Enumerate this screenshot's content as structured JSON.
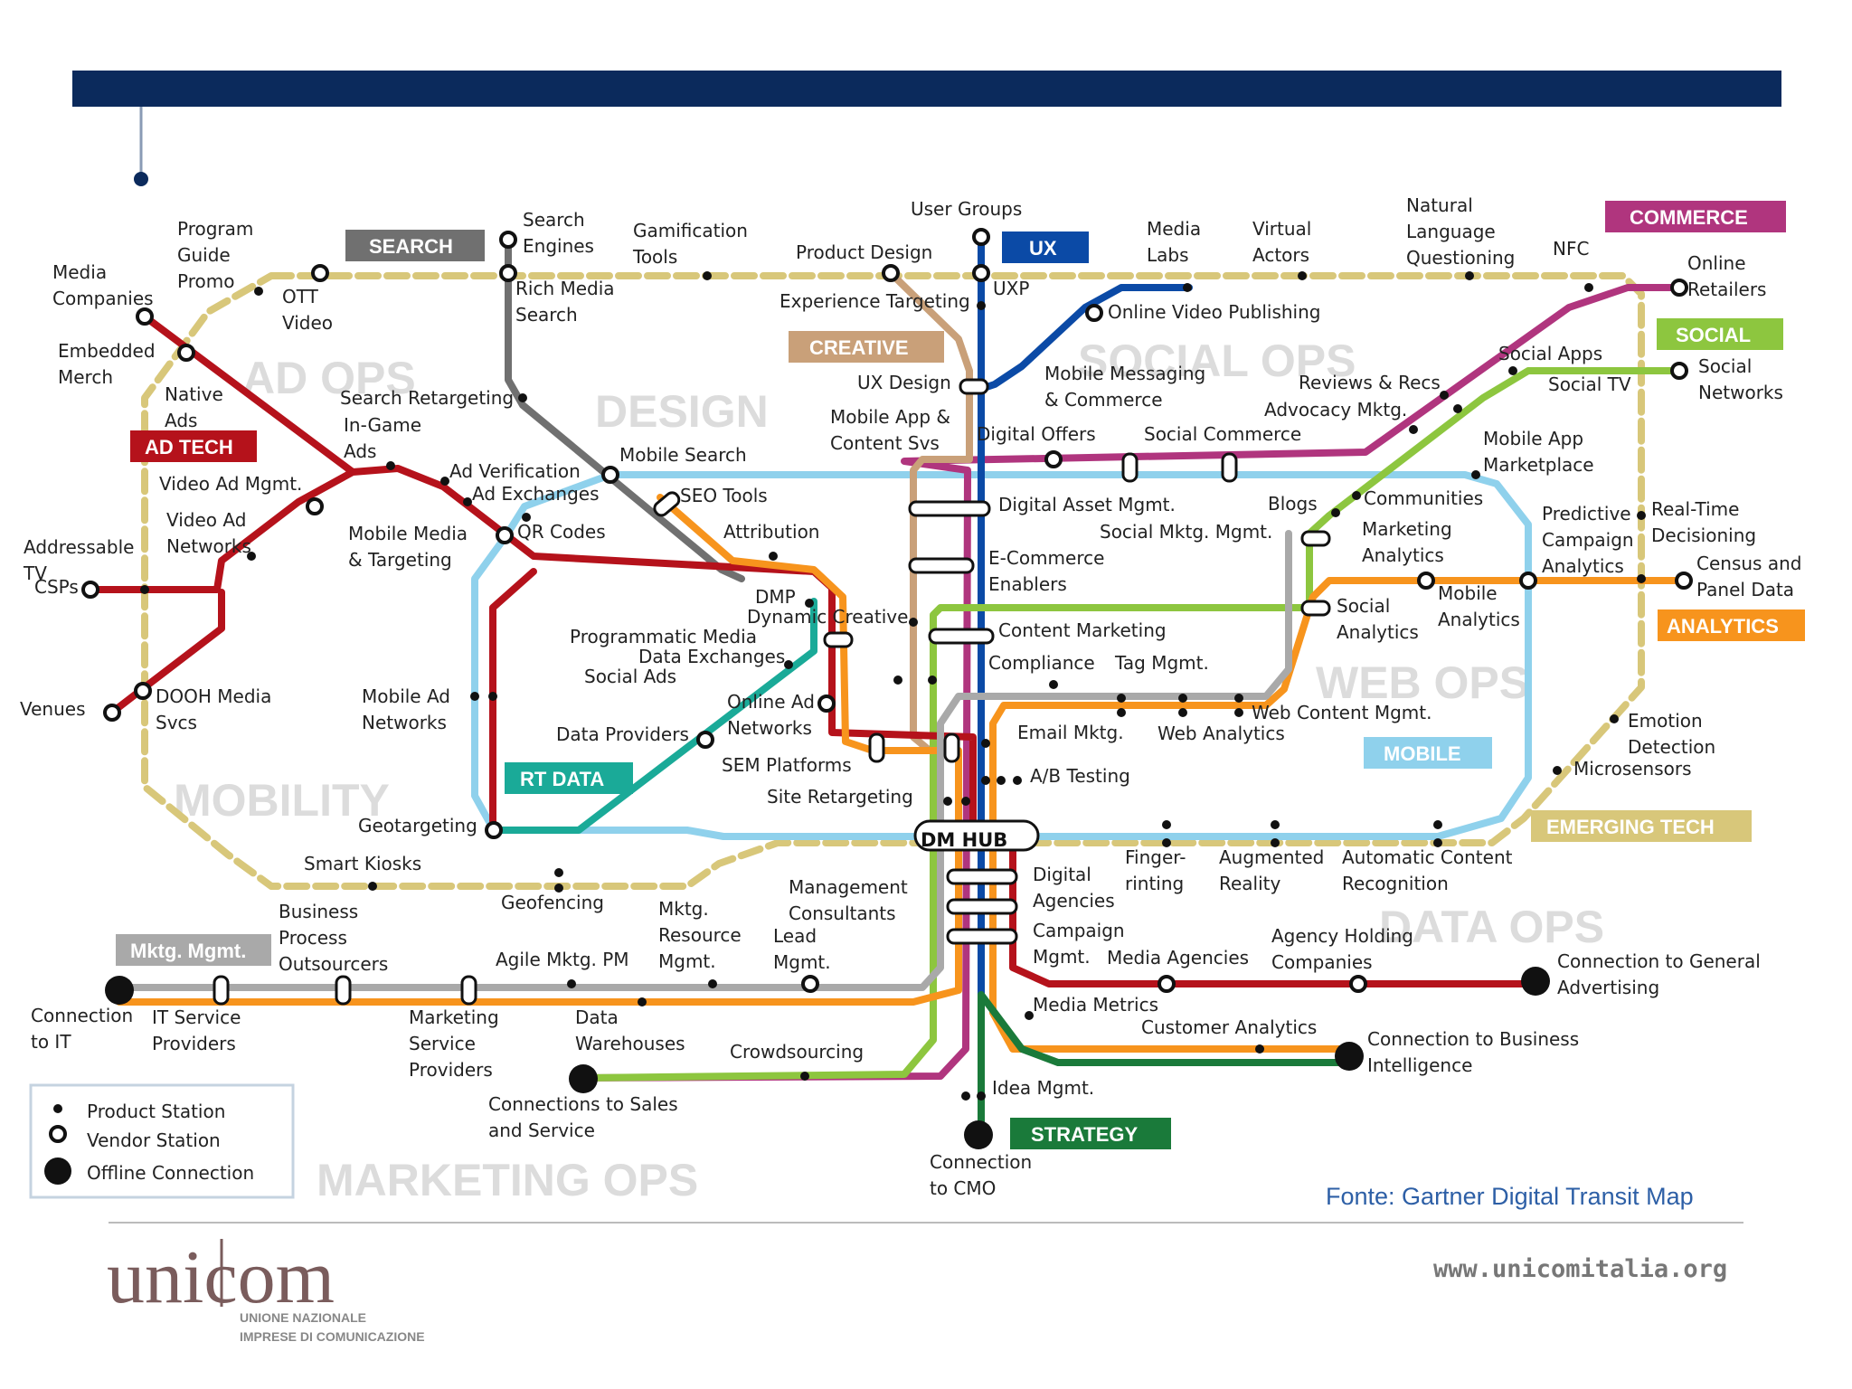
{
  "colors": {
    "header_bar": "#0b2a5c",
    "commerce": "#b0357e",
    "ux": "#0b4aa6",
    "search": "#707070",
    "creative": "#c9a079",
    "social": "#8dc63f",
    "ad_tech": "#b5121b",
    "analytics": "#f7941d",
    "mobile": "#8fd1ec",
    "rt_data": "#1aaa98",
    "emerging_tech": "#d8c77a",
    "mktg_mgmt": "#a9a9a9",
    "strategy": "#1a7a3a",
    "footer_link": "#2d5fa6"
  },
  "lines": [
    {
      "id": "commerce",
      "label": "COMMERCE"
    },
    {
      "id": "ux",
      "label": "UX"
    },
    {
      "id": "search",
      "label": "SEARCH"
    },
    {
      "id": "creative",
      "label": "CREATIVE"
    },
    {
      "id": "social",
      "label": "SOCIAL"
    },
    {
      "id": "ad_tech",
      "label": "AD TECH"
    },
    {
      "id": "analytics",
      "label": "ANALYTICS"
    },
    {
      "id": "mobile",
      "label": "MOBILE"
    },
    {
      "id": "rt_data",
      "label": "RT DATA"
    },
    {
      "id": "emerging_tech",
      "label": "EMERGING TECH"
    },
    {
      "id": "mktg_mgmt",
      "label": "Mktg. Mgmt."
    },
    {
      "id": "strategy",
      "label": "STRATEGY"
    }
  ],
  "zones": [
    "AD OPS",
    "DESIGN",
    "SOCIAL OPS",
    "WEB OPS",
    "MOBILITY",
    "DATA OPS",
    "MARKETING OPS"
  ],
  "hub": "DM HUB",
  "stations": [
    "Media Companies",
    "Program Guide Promo",
    "OTT Video",
    "Embedded Merch",
    "Native Ads",
    "Search Engines",
    "Rich Media Search",
    "Gamification Tools",
    "Product Design",
    "User Groups",
    "UXP",
    "Media Labs",
    "Virtual Actors",
    "Natural Language Questioning",
    "NFC",
    "Online Retailers",
    "Experience Targeting",
    "Online Video Publishing",
    "Social Apps",
    "Social TV",
    "Social Networks",
    "Search Retargeting",
    "In-Game Ads",
    "UX Design",
    "Mobile Messaging & Commerce",
    "Reviews & Recs",
    "Advocacy Mktg.",
    "Mobile App & Content Svs",
    "Digital Offers",
    "Social Commerce",
    "Mobile App Marketplace",
    "Video Ad Mgmt.",
    "Ad Verification",
    "Ad Exchanges",
    "Mobile Search",
    "SEO Tools",
    "Digital Asset Mgmt.",
    "Blogs",
    "Communities",
    "Predictive Campaign Analytics",
    "Real-Time Decisioning",
    "Video Ad Networks",
    "Addressable TV",
    "CSPs",
    "Mobile Media & Targeting",
    "QR Codes",
    "Attribution",
    "Social Mktg. Mgmt.",
    "Marketing Analytics",
    "E-Commerce Enablers",
    "Census and Panel Data",
    "DMP",
    "Dynamic Creative",
    "Programmatic Media",
    "Data Exchanges",
    "Social Ads",
    "Content Marketing",
    "Social Analytics",
    "Mobile Analytics",
    "Compliance",
    "Tag Mgmt.",
    "Venues",
    "DOOH Media Svcs",
    "Mobile Ad Networks",
    "Online Ad Networks",
    "Data Providers",
    "Email Mktg.",
    "Web Analytics",
    "Web Content Mgmt.",
    "Emotion Detection",
    "Microsensors",
    "SEM Platforms",
    "A/B Testing",
    "Site Retargeting",
    "Geotargeting",
    "Smart Kiosks",
    "Geofencing",
    "Digital Agencies",
    "Finger-printing",
    "Augmented Reality",
    "Automatic Content Recognition",
    "Management Consultants",
    "Business Process Outsourcers",
    "Mktg. Resource Mgmt.",
    "Lead Mgmt.",
    "Campaign Mgmt.",
    "Media Agencies",
    "Agency Holding Companies",
    "Agile Mktg. PM",
    "Connection to General Advertising",
    "Connection to IT",
    "IT Service Providers",
    "Marketing Service Providers",
    "Data Warehouses",
    "Media Metrics",
    "Customer Analytics",
    "Connection to Business Intelligence",
    "Crowdsourcing",
    "Connections to Sales and Service",
    "Idea Mgmt.",
    "Connection to CMO"
  ],
  "legend": {
    "product": "Product Station",
    "vendor": "Vendor Station",
    "offline": "Offline Connection"
  },
  "source": "Fonte: Gartner Digital Transit Map",
  "logo": {
    "word": "unicom",
    "sub1": "UNIONE NAZIONALE",
    "sub2": "IMPRESE DI COMUNICAZIONE"
  },
  "website": "www.unicomitalia.org"
}
